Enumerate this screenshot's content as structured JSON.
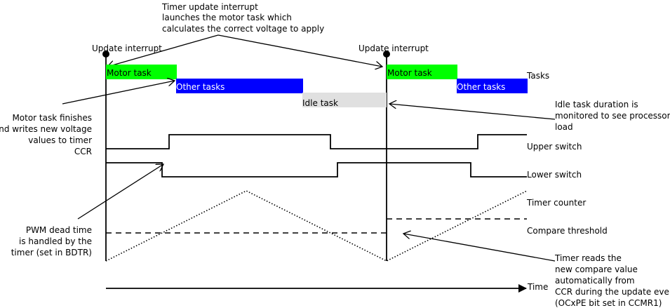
{
  "title_note": {
    "line1": "Timer update interrupt",
    "line2": "launches the motor task which",
    "line3": "calculates the correct voltage to apply"
  },
  "update_interrupt_label": "Update interrupt",
  "tasks": {
    "motor": "Motor task",
    "other": "Other tasks",
    "idle": "Idle task",
    "row_label": "Tasks"
  },
  "signals": {
    "upper_switch": "Upper switch",
    "lower_switch": "Lower switch",
    "timer_counter": "Timer counter",
    "compare_threshold": "Compare threshold",
    "time": "Time"
  },
  "notes": {
    "motor_finish": [
      "Motor task finishes",
      "and writes new voltage",
      "values to timer",
      "CCR"
    ],
    "idle_monitor": [
      "Idle task duration is",
      "monitored to see processor",
      "load"
    ],
    "dead_time": [
      "PWM dead time",
      "is handled by the",
      "timer (set in BDTR)"
    ],
    "timer_reads": [
      "Timer reads the",
      "new compare value",
      "automatically from",
      "CCR during the update event",
      "(OCxPE bit set in CCMR1)"
    ]
  },
  "colors": {
    "motor_task": "#00ff00",
    "other_tasks": "#0000ff",
    "idle_task": "#e0e0e0"
  }
}
